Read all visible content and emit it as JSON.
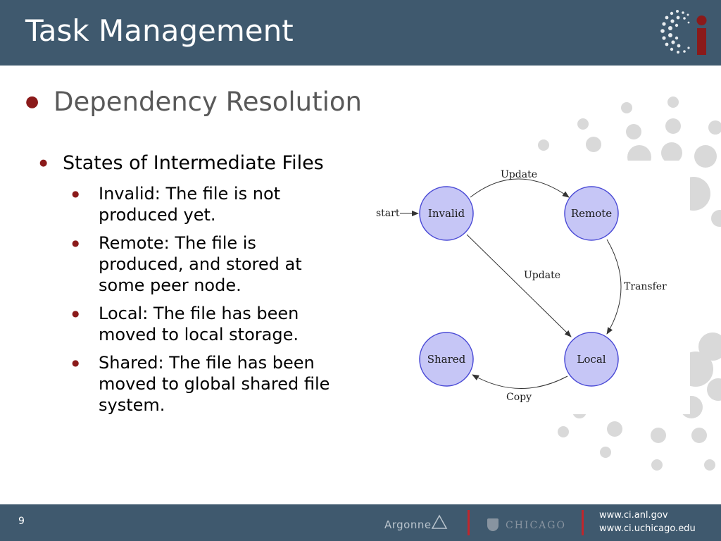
{
  "slide": {
    "title": "Task Management",
    "heading": "Dependency Resolution",
    "subheading": "States of Intermediate Files",
    "bullets": [
      "Invalid: The file is not produced yet.",
      "Remote: The file is produced, and stored at some peer node.",
      "Local: The file has been moved to local storage.",
      "Shared: The file has been moved to global shared file system."
    ]
  },
  "diagram": {
    "start_label": "start",
    "nodes": {
      "invalid": "Invalid",
      "remote": "Remote",
      "local": "Local",
      "shared": "Shared"
    },
    "edges": {
      "invalid_remote": "Update",
      "invalid_local": "Update",
      "remote_local": "Transfer",
      "local_shared": "Copy"
    },
    "node_fill": "#c6c6f6",
    "node_stroke": "#4b4bd6"
  },
  "footer": {
    "page_number": "9",
    "argonne": "Argonne",
    "uchicago": "CHICAGO",
    "url1": "www.ci.anl.gov",
    "url2": "www.ci.uchicago.edu"
  },
  "colors": {
    "header_bg": "#3f596e",
    "bullet": "#8b1a1a",
    "accent_red": "#c0262c"
  }
}
